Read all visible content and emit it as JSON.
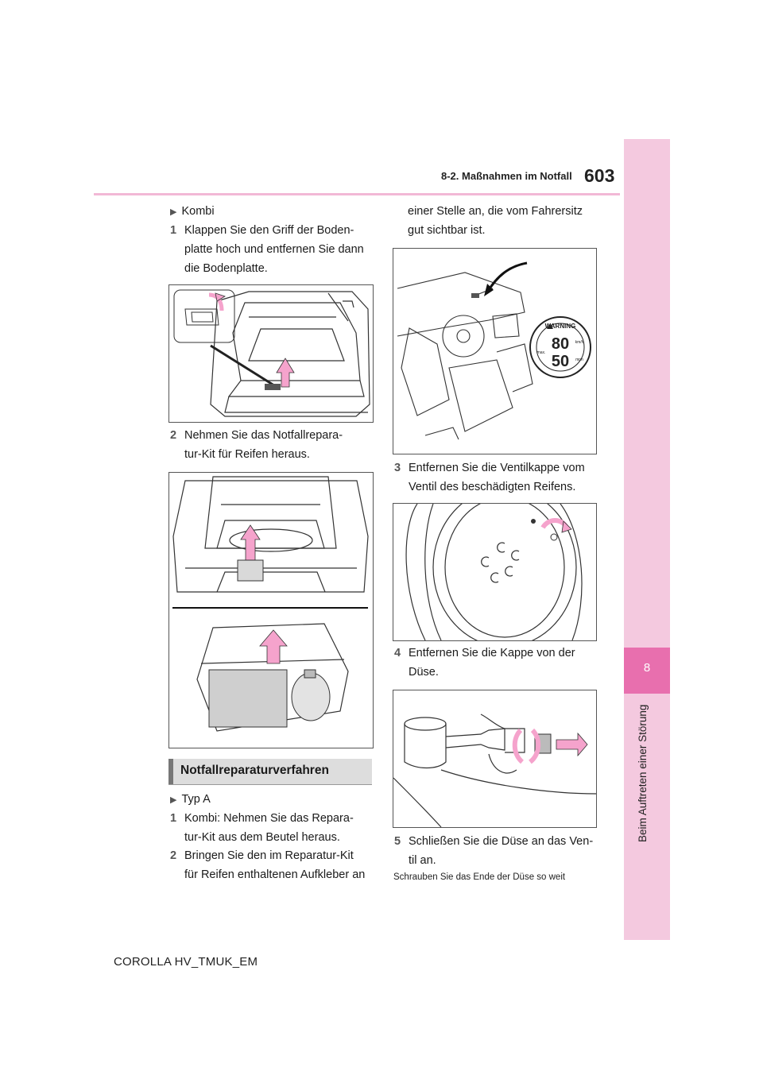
{
  "header": {
    "section": "8-2. Maßnahmen im Notfall",
    "page_number": "603"
  },
  "side_tab": {
    "chapter_number": "8",
    "chapter_title": "Beim Auftreten einer Störung"
  },
  "left_column": {
    "variant_label": "Kombi",
    "step1_num": "1",
    "step1_lines": [
      "Klappen Sie den Griff der Boden-",
      "platte hoch und entfernen Sie dann",
      "die Bodenplatte."
    ],
    "step2_num": "2",
    "step2_lines": [
      "Nehmen Sie das Notfallrepara-",
      "tur-Kit für Reifen heraus."
    ],
    "procedure_title": "Notfallreparaturverfahren",
    "type_label": "Typ A",
    "stepA1_num": "1",
    "stepA1_lines": [
      "Kombi: Nehmen Sie das Repara-",
      "tur-Kit aus dem Beutel heraus."
    ],
    "stepA2_num": "2",
    "stepA2_lines": [
      "Bringen Sie den im Reparatur-Kit",
      "für Reifen enthaltenen Aufkleber an"
    ]
  },
  "right_column": {
    "cont_lines": [
      "einer Stelle an, die vom Fahrersitz",
      "gut sichtbar ist."
    ],
    "sticker": {
      "warning": "WARNING",
      "speed_kmh": "80",
      "speed_mph": "50",
      "unit_kmh": "km/h",
      "unit_mph": "mph",
      "max": "max."
    },
    "step3_num": "3",
    "step3_lines": [
      "Entfernen Sie die Ventilkappe vom",
      "Ventil des beschädigten Reifens."
    ],
    "step4_num": "4",
    "step4_lines": [
      "Entfernen Sie die Kappe von der",
      "Düse."
    ],
    "step5_num": "5",
    "step5_lines": [
      "Schließen Sie die Düse an das Ven-",
      "til an."
    ],
    "note": "Schrauben Sie das Ende der Düse so weit"
  },
  "footer": {
    "model": "COROLLA HV_TMUK_EM"
  },
  "colors": {
    "accent_pink": "#e86fae",
    "tab_pink": "#f4c9df",
    "arrow_pink": "#f5a3cc",
    "rule_pink": "#f2b8d6"
  }
}
